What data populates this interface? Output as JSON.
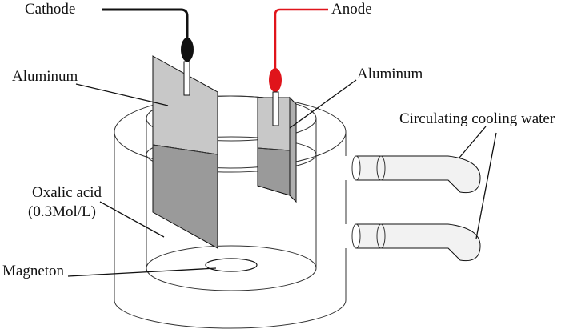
{
  "labels": {
    "cathode": "Cathode",
    "anode": "Anode",
    "aluminum_left": "Aluminum",
    "aluminum_right": "Aluminum",
    "cooling_water": "Circulating cooling water",
    "oxalic_acid_line1": "Oxalic acid",
    "oxalic_acid_line2": "(0.3Mol/L)",
    "magneton": "Magneton"
  },
  "colors": {
    "cathode_wire": "#111111",
    "anode_wire": "#e0141b",
    "plate_fill": "#c8c8c8",
    "submerged_fill": "#9a9a9a",
    "tube_fill": "#f2f2f2"
  }
}
